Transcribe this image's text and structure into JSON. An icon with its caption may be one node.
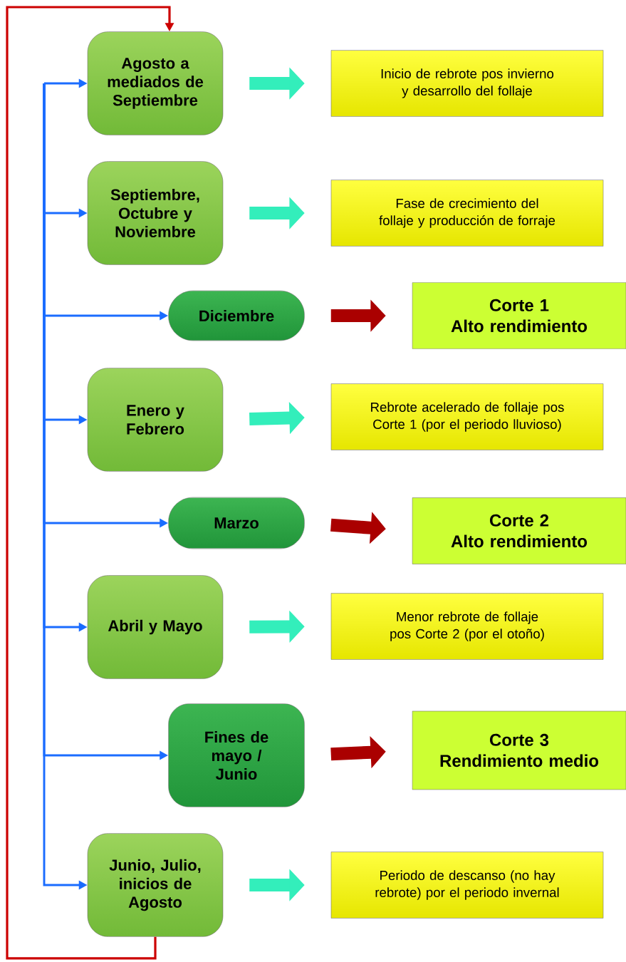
{
  "diagram": {
    "nodes": [
      {
        "text": [
          "Agosto a mediados de Septiembre"
        ]
      },
      {
        "text": [
          "Inicio de rebrote pos invierno y desarrollo del follaje"
        ]
      },
      {
        "text": [
          "Septiembre, Octubre y Noviembre"
        ]
      },
      {
        "text": [
          "Fase de crecimiento del follaje y producción de forraje"
        ]
      },
      {
        "text": [
          "Diciembre"
        ]
      },
      {
        "text": [
          "Corte 1",
          "Alto rendimiento"
        ]
      },
      {
        "text": [
          "Enero y Febrero"
        ]
      },
      {
        "text": [
          "Rebrote acelerado de follaje pos Corte 1 (por el periodo lluvioso)"
        ]
      },
      {
        "text": [
          "Marzo"
        ]
      },
      {
        "text": [
          "Corte 2",
          "Alto rendimiento"
        ]
      },
      {
        "text": [
          "Abril y Mayo"
        ]
      },
      {
        "text": [
          "Menor rebrote de follaje pos Corte 2 (por el otoño)"
        ]
      },
      {
        "text": [
          "Fines de mayo / Junio"
        ]
      },
      {
        "text": [
          "Corte 3",
          "Rendimiento medio"
        ]
      },
      {
        "text": [
          "Junio, Julio, inicios de Agosto"
        ]
      },
      {
        "text": [
          "Periodo de descanso (no hay rebrote) por el periodo invernal"
        ]
      }
    ],
    "edges": [
      {
        "from": null,
        "to": 0,
        "arrow": "to"
      },
      {
        "from": null,
        "to": 2,
        "arrow": "to"
      },
      {
        "from": null,
        "to": 4,
        "arrow": "to"
      },
      {
        "from": null,
        "to": 6,
        "arrow": "to"
      },
      {
        "from": null,
        "to": 8,
        "arrow": "to"
      },
      {
        "from": null,
        "to": 10,
        "arrow": "to"
      },
      {
        "from": null,
        "to": 12,
        "arrow": "to"
      },
      {
        "from": null,
        "to": 14,
        "arrow": "to"
      },
      {
        "from": 0,
        "to": 1,
        "arrow": "to",
        "style": "thick",
        "color": "#33eebb"
      },
      {
        "from": 2,
        "to": 3,
        "arrow": "to",
        "style": "thick",
        "color": "#33eebb"
      },
      {
        "from": 4,
        "to": 5,
        "arrow": "to",
        "style": "thick",
        "color": "#aa0000"
      },
      {
        "from": 6,
        "to": 7,
        "arrow": "to",
        "style": "thick",
        "color": "#33eebb"
      },
      {
        "from": 8,
        "to": 9,
        "arrow": "to",
        "style": "thick",
        "color": "#aa0000"
      },
      {
        "from": 10,
        "to": 11,
        "arrow": "to",
        "style": "thick",
        "color": "#33eebb"
      },
      {
        "from": 12,
        "to": 13,
        "arrow": "to",
        "style": "thick",
        "color": "#aa0000"
      },
      {
        "from": 14,
        "to": 15,
        "arrow": "to",
        "style": "thick",
        "color": "#33eebb"
      },
      {
        "from": 14,
        "to": 0,
        "arrow": "to",
        "color": "#cc0000"
      }
    ]
  }
}
